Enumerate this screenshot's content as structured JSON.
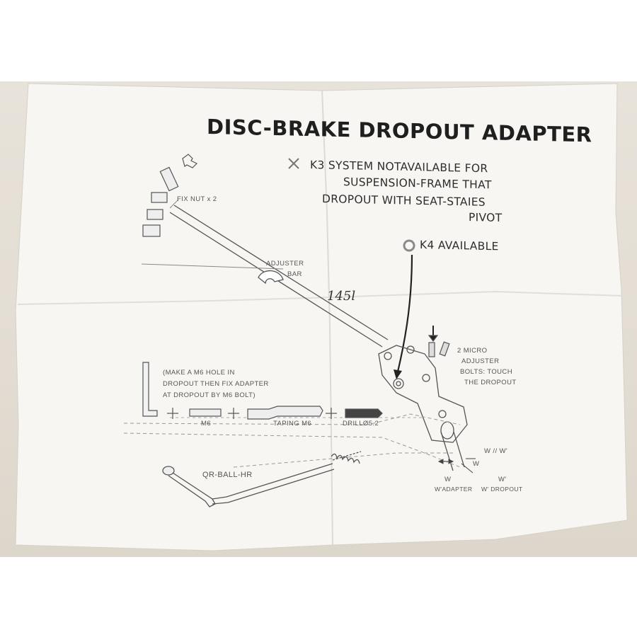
{
  "document": {
    "title": "DISC-BRAKE DROPOUT ADAPTER",
    "note_lines": [
      "K3 SYSTEM NOTAVAILABLE FOR",
      "SUSPENSION-FRAME THAT",
      "DROPOUT WITH SEAT-STAIES",
      "PIVOT"
    ],
    "k4_label": "K4 AVAILABLE",
    "handwritten": "145l",
    "labels": {
      "fix_nut": "FIX NUT x 2",
      "adjuster_bar_1": "ADJUSTER",
      "adjuster_bar_2": "BAR",
      "micro_1": "2 MICRO",
      "micro_2": "ADJUSTER",
      "micro_3": "BOLTS: TOUCH",
      "micro_4": "THE DROPOUT",
      "m6_hole_1": "(MAKE A M6 HOLE IN",
      "m6_hole_2": "DROPOUT THEN FIX ADAPTER",
      "m6_hole_3": "AT DROPOUT BY M6 BOLT)",
      "m6": "M6",
      "taping": "TAPING M6",
      "drill": "DRILLØ5.2",
      "qr": "QR-BALL-HR",
      "w_parallel": "W // W'",
      "w_small": "W",
      "w_adapter": "W",
      "w_dropout": "W'",
      "w_adapter_label": "W'ADAPTER",
      "w_dropout_label": "W' DROPOUT"
    },
    "icons": [
      "k3-cross-icon",
      "k4-circle-icon",
      "download-arrow-icon"
    ]
  }
}
